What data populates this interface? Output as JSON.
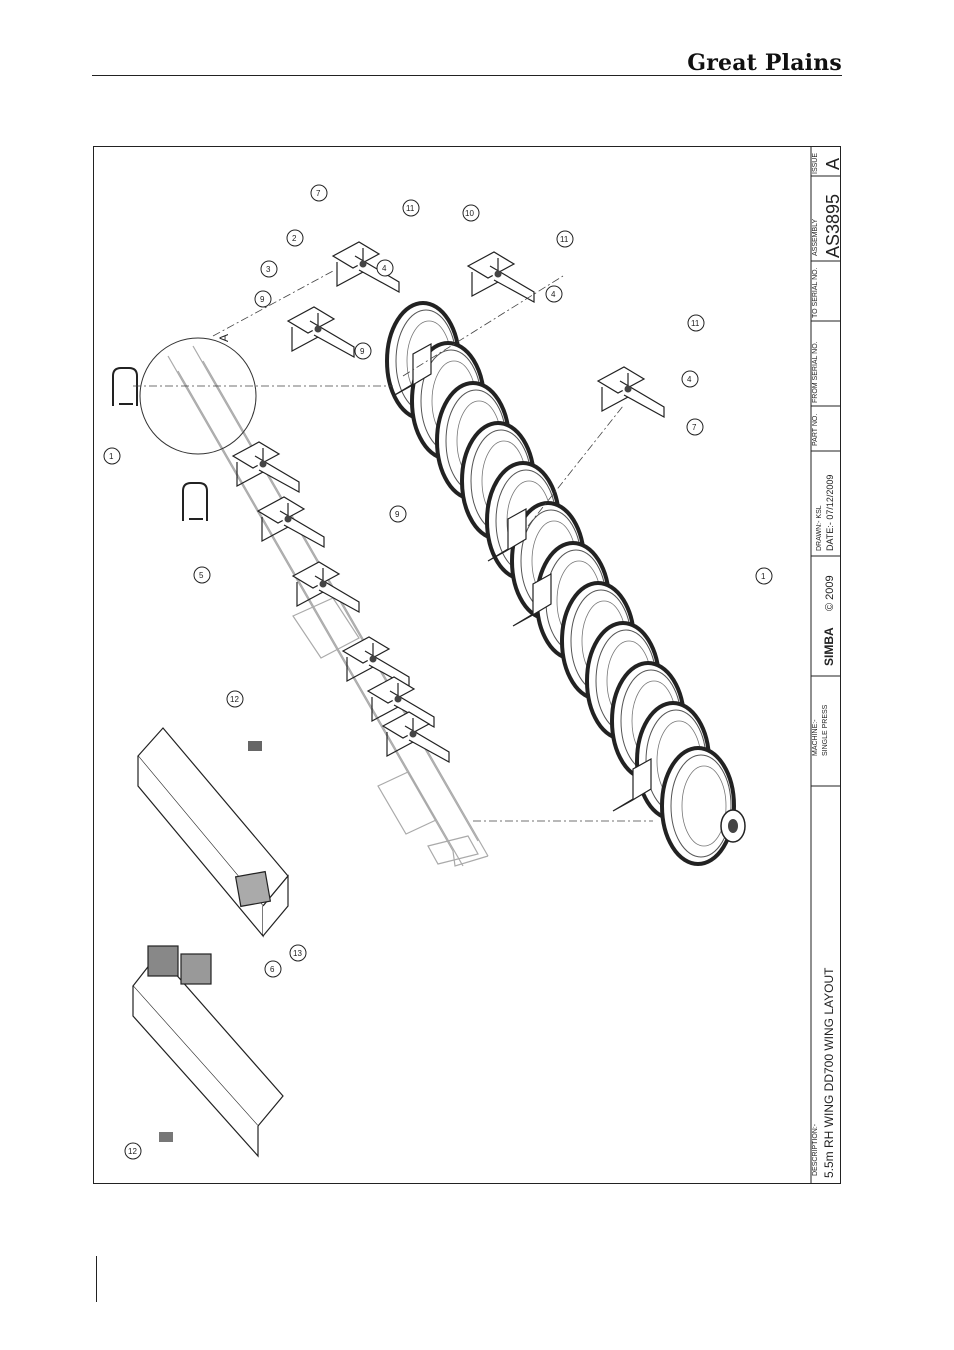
{
  "header": {
    "brand": "Great Plains"
  },
  "drawing": {
    "view_label": "A",
    "balloons": [
      "1",
      "2",
      "3",
      "4",
      "5",
      "6",
      "7",
      "9",
      "10",
      "11",
      "12",
      "13"
    ]
  },
  "title_block": {
    "description_label": "DESCRIPTION:-",
    "description": "5.5m RH WING DD700 WING LAYOUT",
    "machine_label": "MACHINE:-",
    "machine": "SINGLE PRESS",
    "logo": "SIMBA",
    "copyright": "© 2009",
    "drawn": "DRAWN:- KSL",
    "date": "DATE:- 07/12/2009",
    "part_no_label": "PART NO.",
    "from_serial_label": "FROM SERIAL NO.",
    "to_serial_label": "TO SERIAL NO.",
    "assembly_label": "ASSEMBLY",
    "assembly": "AS3895",
    "issue_label": "ISSUE",
    "issue": "A"
  }
}
